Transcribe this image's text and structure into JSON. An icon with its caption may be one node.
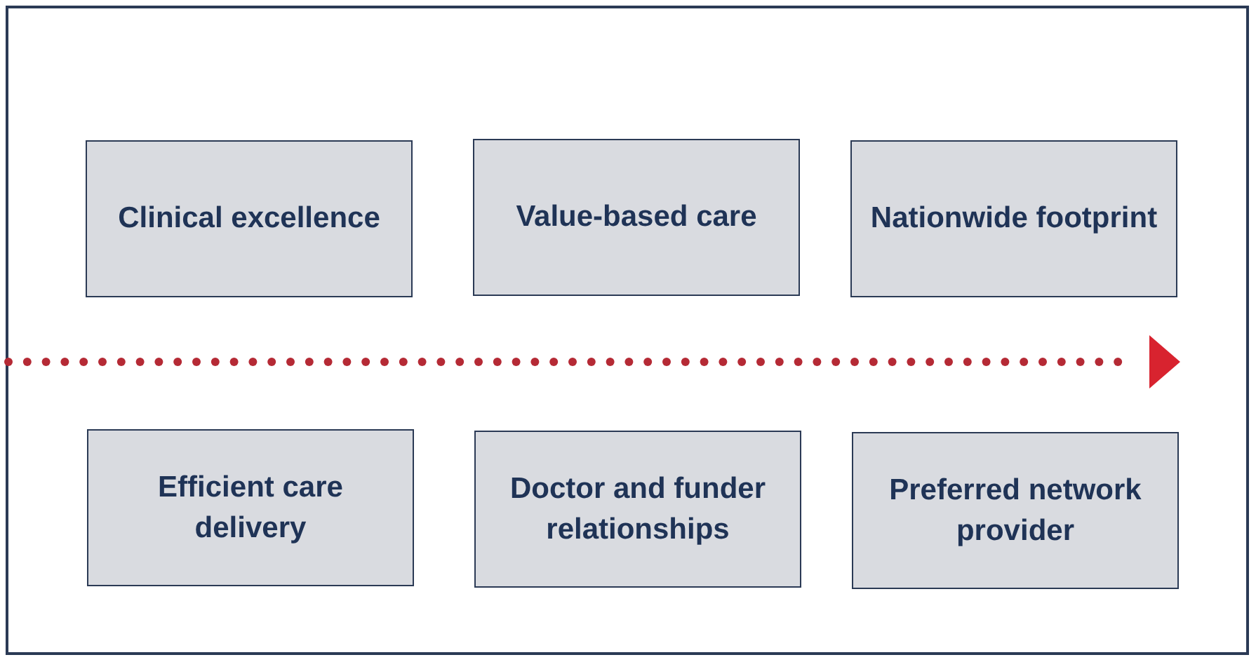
{
  "diagram": {
    "nodes": [
      {
        "text": [
          "Clinical excellence"
        ]
      },
      {
        "text": [
          "Value-based care"
        ]
      },
      {
        "text": [
          "Nationwide footprint"
        ]
      },
      {
        "text": [
          "Efficient care delivery"
        ]
      },
      {
        "text": [
          "Doctor and funder relationships"
        ]
      },
      {
        "text": [
          "Preferred network provider"
        ]
      }
    ]
  }
}
